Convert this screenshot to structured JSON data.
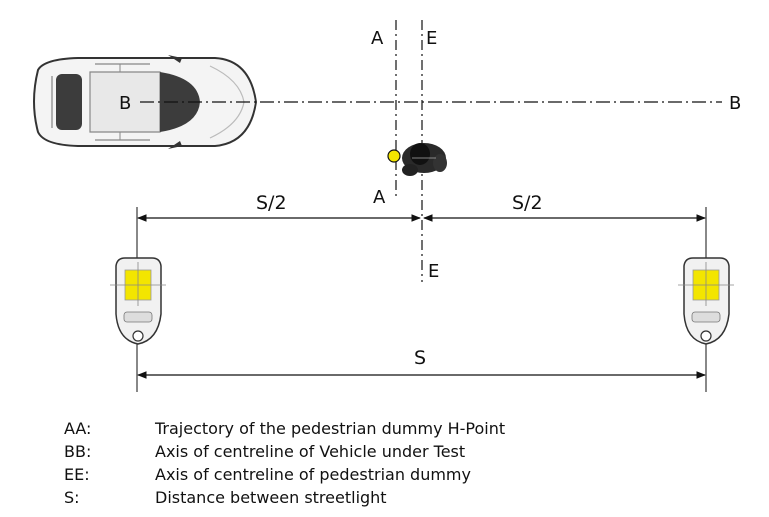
{
  "diagram": {
    "axis_labels": {
      "a_top": "A",
      "a_bottom": "A",
      "e_top": "E",
      "e_bottom": "E",
      "b_left": "B",
      "b_right": "B"
    },
    "dimensions": {
      "half_left": "S/2",
      "half_right": "S/2",
      "full": "S"
    },
    "colors": {
      "h_point": "#f3e500",
      "lamp_light": "#f3e500",
      "line": "#111111"
    },
    "icons": [
      "car-top-view-icon",
      "pedestrian-dummy-icon",
      "streetlight-icon"
    ]
  },
  "legend": [
    {
      "key": "AA:",
      "text": "Trajectory of the pedestrian dummy H-Point"
    },
    {
      "key": "BB:",
      "text": "Axis of centreline of Vehicle under Test"
    },
    {
      "key": "EE:",
      "text": "Axis of centreline of pedestrian dummy"
    },
    {
      "key": "S:",
      "text": "Distance between streetlight"
    }
  ]
}
